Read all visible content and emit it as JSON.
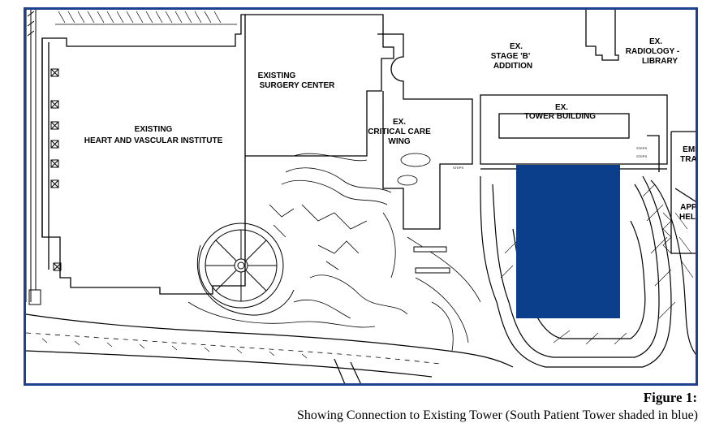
{
  "labels": {
    "existing_hvi_line1": "EXISTING",
    "existing_hvi_line2": "HEART AND VASCULAR INSTITUTE",
    "surgery_line1": "EXISTING",
    "surgery_line2": "SURGERY CENTER",
    "critical_line1": "EX.",
    "critical_line2": "CRITICAL CARE",
    "critical_line3": "WING",
    "stage_line1": "EX.",
    "stage_line2": "STAGE 'B'",
    "stage_line3": "ADDITION",
    "radiology_line1": "EX.",
    "radiology_line2": "RADIOLOGY -",
    "radiology_line3": "LIBRARY",
    "tower_line1": "EX.",
    "tower_line2": "TOWER BUILDING",
    "emergency_line1": "EME",
    "emergency_line2": "TRAU",
    "heli_line1": "APPR",
    "heli_line2": "HELIC",
    "steps_1": "STEPS",
    "steps_2": "STEPS",
    "steps_3": "STEPS"
  },
  "caption": {
    "title": "Figure 1:",
    "text": "Showing Connection to Existing Tower (South Patient Tower shaded in blue)"
  },
  "colors": {
    "frame_border": "#1f3f8f",
    "tower_fill": "#0b3f8c",
    "line": "#000000"
  }
}
